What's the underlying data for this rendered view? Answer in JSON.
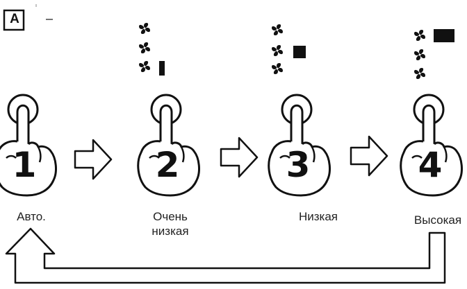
{
  "panel_tag": "A",
  "steps": [
    {
      "number": "1",
      "label": "Авто.",
      "fan_speed_level": null
    },
    {
      "number": "2",
      "label_line1": "Очень",
      "label_line2": "низкая",
      "fan_speed_level": 1
    },
    {
      "number": "3",
      "label": "Низкая",
      "fan_speed_level": 2
    },
    {
      "number": "4",
      "label": "Высокая",
      "fan_speed_level": 3
    }
  ],
  "icons": {
    "fan": "fan-icon",
    "speed_bar": "speed-bar-icon",
    "hand": "hand-pressing-button-icon",
    "arrow": "right-arrow-icon",
    "return_arrow": "return-arrow-icon"
  },
  "colors": {
    "ink": "#111111",
    "background": "#ffffff"
  }
}
